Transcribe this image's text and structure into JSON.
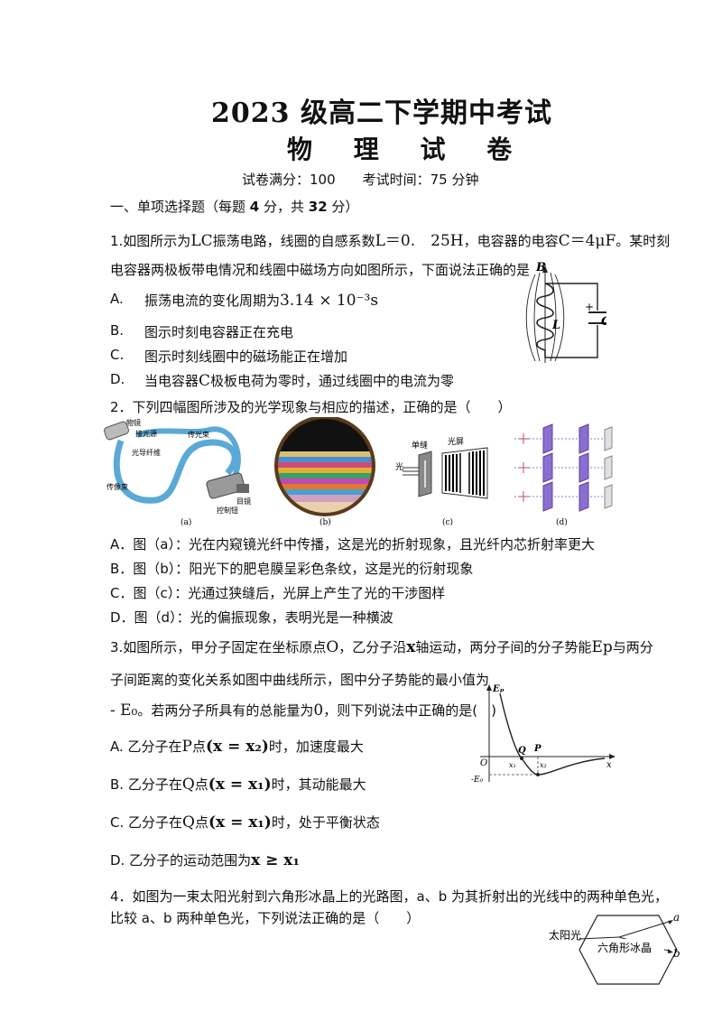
{
  "header": {
    "title": "2023 级高二下学期中考试",
    "subtitle": "物 理 试 卷",
    "meta": "试卷满分：100　　考试时间：75 分钟"
  },
  "section1": {
    "heading_prefix": "一、单项选择题（每题 ",
    "heading_b1": "4",
    "heading_mid": " 分，共 ",
    "heading_b2": "32",
    "heading_suffix": " 分）"
  },
  "q1": {
    "line1_a": "1.如图所示为",
    "line1_lc": "LC",
    "line1_b": "振荡电路，线圈的自感系数",
    "line1_L": "L＝0.　25H",
    "line1_c": "，电容器的电容",
    "line1_C": "C＝4μF",
    "line1_d": "。某时刻",
    "line2": "电容器两极板带电情况和线圈中磁场方向如图所示，下面说法正确的是",
    "A_label": "A.",
    "A_text": "振荡电流的变化周期为",
    "A_formula": "3.14 × 10⁻³s",
    "B_label": "B.",
    "B_text": "图示时刻电容器正在充电",
    "C_label": "C.",
    "C_text": "图示时刻线圈中的磁场能正在增加",
    "D_label": "D.",
    "D_text_a": "当电容器",
    "D_C": "C",
    "D_text_b": "极板电荷为零时，通过线圈中的电流为零",
    "fig": {
      "B": "B",
      "L": "L",
      "C": "C",
      "plus": "+"
    }
  },
  "q2": {
    "stem": "2．下列四幅图所涉及的光学现象与相应的描述，正确的是（　　）",
    "fig_a": {
      "cap": "(a)",
      "l1": "物镜",
      "l2": "接光源",
      "l3": "传光束",
      "l4": "光导纤维",
      "l5": "传像束",
      "l6": "目镜",
      "l7": "控制钮"
    },
    "fig_b": {
      "cap": "(b)"
    },
    "fig_c": {
      "cap": "(c)",
      "l1": "单缝",
      "l2": "光屏",
      "l3": "光"
    },
    "fig_d": {
      "cap": "(d)"
    },
    "A": "A．图（a）：光在内窥镜光纤中传播，这是光的折射现象，且光纤内芯折射率更大",
    "B": "B．图（b）：阳光下的肥皂膜呈彩色条纹，这是光的衍射现象",
    "C": "C．图（c）：光通过狭缝后，光屏上产生了光的干涉图样",
    "D": "D．图（d）：光的偏振现象，表明光是一种横波"
  },
  "q3": {
    "line1_a": "3.如图所示，甲分子固定在坐标原点",
    "line1_O": "O",
    "line1_b": "，乙分子沿",
    "line1_x": "x",
    "line1_c": "轴运动，两分子间的分子势能",
    "line1_Ep": "Ep",
    "line1_d": "与两分",
    "line2": "子间距离的变化关系如图中曲线所示，图中分子势能的最小值为",
    "line3_E0": "- E₀",
    "line3_b": "。若两分子所具有的总能量为",
    "line3_zero": "0",
    "line3_c": "，则下列说法中正确的是(　)",
    "A_a": "A. 乙分子在",
    "A_P": "P",
    "A_b": "点",
    "A_f": "(x = x₂)",
    "A_c": "时，加速度最大",
    "B_a": "B. 乙分子在",
    "B_Q": "Q",
    "B_b": "点",
    "B_f": "(x = x₁)",
    "B_c": "时，其动能最大",
    "C_a": "C. 乙分子在",
    "C_Q": "Q",
    "C_b": "点",
    "C_f": "(x = x₁)",
    "C_c": "时，处于平衡状态",
    "D_a": "D. 乙分子的运动范围为",
    "D_f": "x ≥ x₁",
    "fig": {
      "Ep": "Eₚ",
      "O": "O",
      "Q": "Q",
      "P": "P",
      "x1": "x₁",
      "x2": "x₂",
      "x": "x",
      "E0": "-E₀"
    }
  },
  "q4": {
    "line1": "4．如图为一束太阳光射到六角形冰晶上的光路图，a、b 为其折射出的光线中的两种单色光，",
    "line2": "比较 a、b 两种单色光，下列说法正确的是（　　）",
    "fig": {
      "sun": "太阳光",
      "crystal": "六角形冰晶",
      "a": "a",
      "b": "b"
    }
  }
}
